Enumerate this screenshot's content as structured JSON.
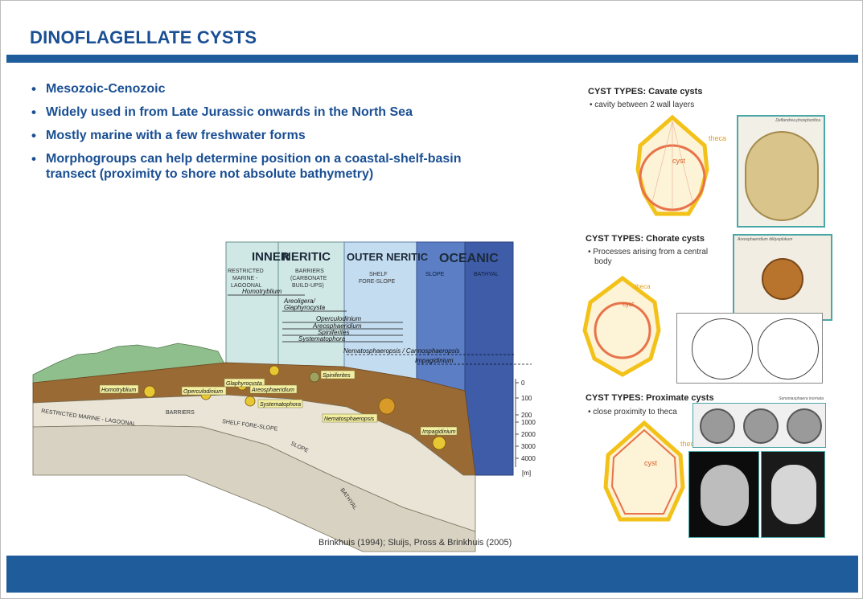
{
  "slide": {
    "title": "DINOFLAGELLATE CYSTS",
    "bullets": [
      "Mesozoic-Cenozoic",
      "Widely used in from Late Jurassic onwards in the North Sea",
      "Mostly marine with a few freshwater forms",
      "Morphogroups can help determine position on a coastal-shelf-basin transect (proximity to shore not absolute bathymetry)"
    ],
    "citation": "Brinkhuis (1994); Sluijs, Pross & Brinkhuis (2005)"
  },
  "diagram": {
    "zones": {
      "inner": "INNER",
      "neritic": "NERITIC",
      "outer_neritic": "OUTER NERITIC",
      "oceanic": "OCEANIC"
    },
    "subzones": {
      "restricted": [
        "RESTRICTED",
        "MARINE -",
        "LAGOONAL"
      ],
      "barriers": [
        "BARRIERS",
        "(CARBONATE",
        "BUILD-UPS)"
      ],
      "shelf": [
        "SHELF",
        "FORE-SLOPE"
      ],
      "slope": "SLOPE",
      "bathyal": "BATHYAL"
    },
    "taxa_ranges": [
      "Homotryblium",
      "Areoligera/",
      "Glaphyrocysta",
      "Operculodinium",
      "Areosphaeridium",
      "Spiniferites",
      "Systematophora",
      "Nematosphaeropsis / Cannosphaeropsis",
      "Impagidinium"
    ],
    "block_labels": [
      "Glaphyrocysta",
      "Homotryblium",
      "Operculodinium",
      "Areosphaeridium",
      "Spiniferites",
      "Systematophora",
      "Nematosphaeropsis",
      "Impagidinium"
    ],
    "profile_labels": {
      "restricted": "RESTRICTED MARINE - LAGOONAL",
      "barriers": "BARRIERS",
      "shelf": "SHELF FORE-SLOPE",
      "slope": "SLOPE",
      "bathyal": "BATHYAL"
    },
    "depth_scale": [
      "0",
      "100",
      "200",
      "1000",
      "2000",
      "3000",
      "4000"
    ],
    "depth_unit": "[m]",
    "colors": {
      "inner": "#cfe8e6",
      "outer": "#c4dcf0",
      "slope": "#5b7ec4",
      "bathyal": "#3e5ca8",
      "sediment": "#9a6a34"
    }
  },
  "panels": {
    "cavate": {
      "title": "CYST TYPES: Cavate cysts",
      "bullet": "cavity between 2 wall layers",
      "label_theca": "theca",
      "label_cyst": "cyst",
      "caption": "Deflandrea phosphoritica"
    },
    "chorate": {
      "title": "CYST TYPES: Chorate cysts",
      "bullet_lines": [
        "Processes arising from a central",
        "body"
      ],
      "label_theca": "theca",
      "label_cyst": "cyst",
      "caption": "Areosphaeridium diktyoplokum"
    },
    "proximate": {
      "title": "CYST TYPES: Proximate cysts",
      "bullet": "close proximity to theca",
      "label_theca": "theca",
      "label_cyst": "cyst",
      "caption": "Senoniasphaera inornata"
    }
  }
}
